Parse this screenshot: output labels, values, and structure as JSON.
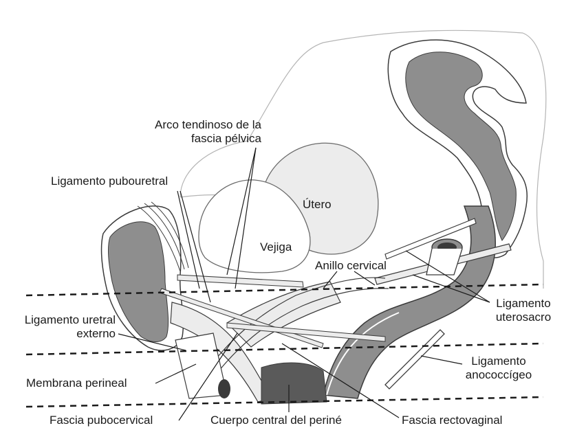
{
  "labels": {
    "arco_l1": "Arco tendinoso de la",
    "arco_l2": "fascia pélvica",
    "ligamento_pubouretral": "Ligamento pubouretral",
    "utero": "Útero",
    "vejiga": "Vejiga",
    "anillo_cervical": "Anillo cervical",
    "lig_uterosacro_l1": "Ligamento",
    "lig_uterosacro_l2": "uterosacro",
    "lig_uretral_l1": "Ligamento uretral",
    "lig_uretral_l2": "externo",
    "lig_anococ_l1": "Ligamento",
    "lig_anococ_l2": "anococcígeo",
    "membrana_perineal": "Membrana perineal",
    "fascia_pubocervical": "Fascia pubocervical",
    "cuerpo_central": "Cuerpo central del periné",
    "fascia_rectovaginal": "Fascia rectovaginal"
  },
  "colors": {
    "bone_fill": "#8e8e8e",
    "outline": "#3a3a3a",
    "faint_outline": "#b4b4b4",
    "organ_fill": "#ececec"
  }
}
